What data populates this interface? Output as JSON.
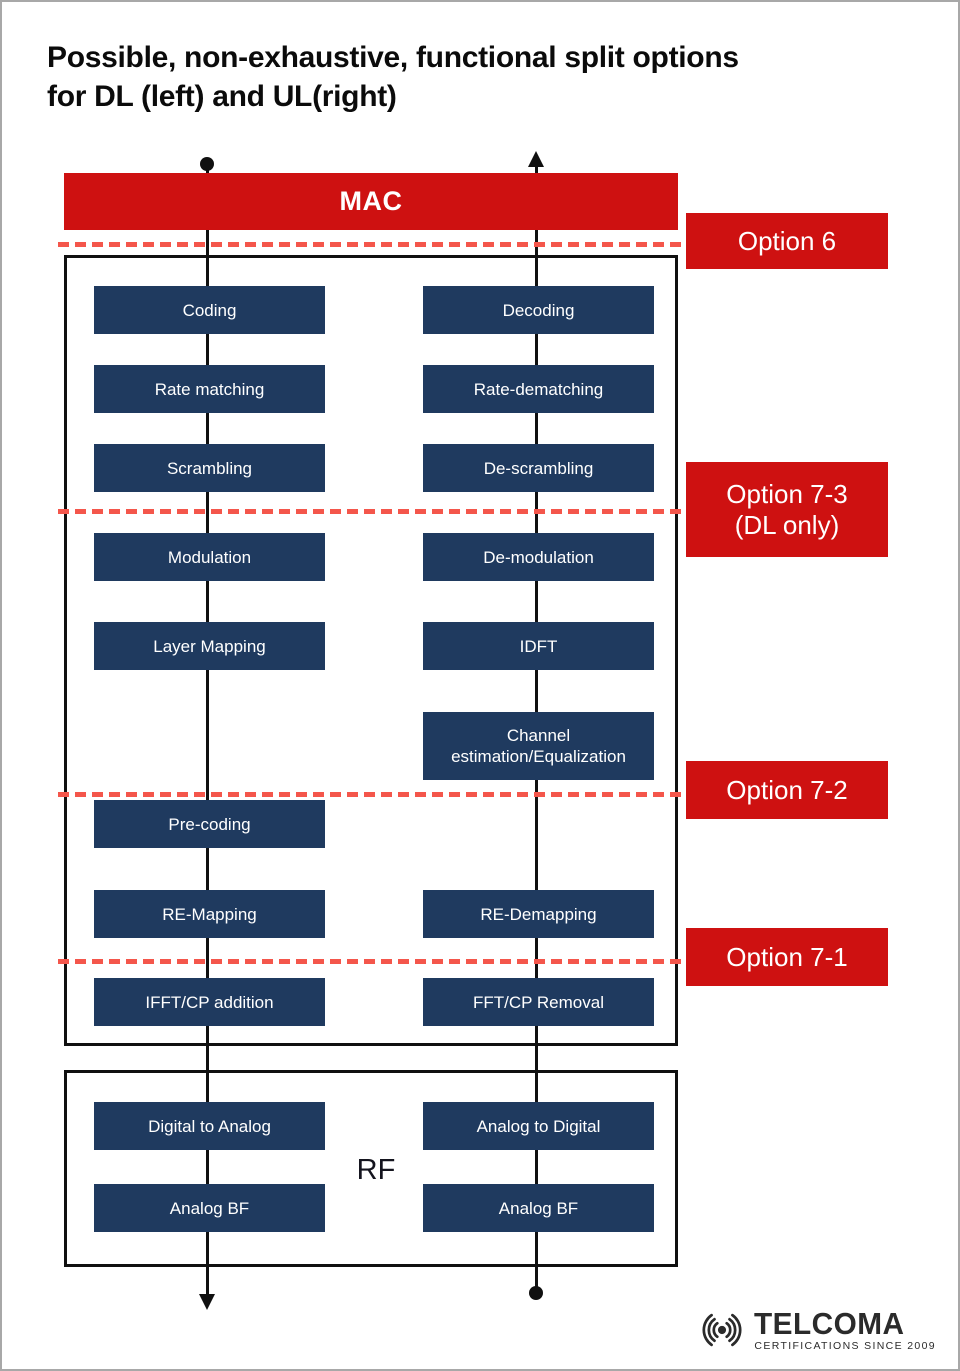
{
  "title": {
    "line1": "Possible, non-exhaustive, functional split options",
    "line2": "for DL (left) and UL(right)"
  },
  "colors": {
    "accent-red": "#ce1111",
    "dashed-red": "#f4564b",
    "navy": "#1f3a5f",
    "ink": "#101010",
    "logo-gray": "#2b2b2b"
  },
  "mac_label": "MAC",
  "options": {
    "option6": "Option 6",
    "option73_line1": "Option 7-3",
    "option73_line2": "(DL only)",
    "option72": "Option 7-2",
    "option71": "Option 7-1"
  },
  "dl_chain": [
    "Coding",
    "Rate matching",
    "Scrambling",
    "Modulation",
    "Layer Mapping",
    "Pre-coding",
    "RE-Mapping",
    "IFFT/CP addition"
  ],
  "ul_chain": [
    "Decoding",
    "Rate-dematching",
    "De-scrambling",
    "De-modulation",
    "IDFT",
    "Channel estimation/Equalization",
    "RE-Demapping",
    "FFT/CP Removal"
  ],
  "rf_section": {
    "label": "RF",
    "dl_boxes": [
      "Digital to Analog",
      "Analog BF"
    ],
    "ul_boxes": [
      "Analog to Digital",
      "Analog BF"
    ]
  },
  "logo": {
    "name": "TELCOMA",
    "tagline": "CERTIFICATIONS SINCE 2009"
  }
}
